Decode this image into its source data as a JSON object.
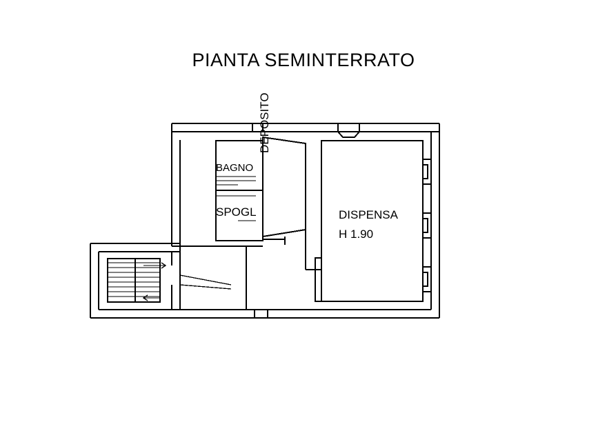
{
  "document": {
    "title": "PIANTA SEMINTERRATO"
  },
  "plan": {
    "rooms": [
      {
        "id": "bagno",
        "label": "BAGNO"
      },
      {
        "id": "spogl",
        "label": "SPOGL"
      },
      {
        "id": "deposito",
        "label": "DEPOSITO"
      },
      {
        "id": "dispensa",
        "label": "DISPENSA",
        "height_note": "H 1.90"
      }
    ],
    "colors": {
      "line": "#000000",
      "background": "#ffffff"
    }
  }
}
